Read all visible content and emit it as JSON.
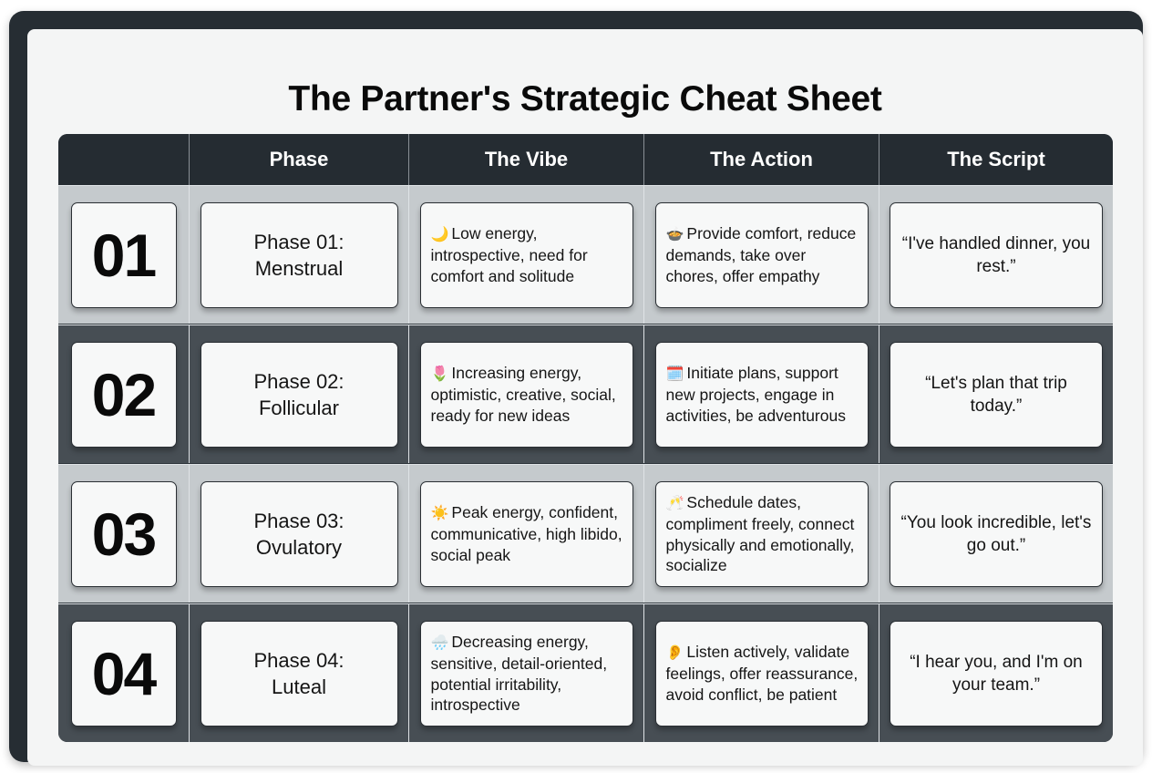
{
  "title": "The Partner's Strategic Cheat Sheet",
  "colors": {
    "frame": "#262d33",
    "header": "#252c32",
    "row_light": "#c5cacd",
    "row_dark": "#474e54",
    "card": "#f7f8f8"
  },
  "columns": [
    "",
    "Phase",
    "The Vibe",
    "The Action",
    "The Script"
  ],
  "rows": [
    {
      "number": "01",
      "phase_line1": "Phase 01:",
      "phase_line2": "Menstrual",
      "vibe_icon": "🌙",
      "vibe_icon_name": "crescent-moon-icon",
      "vibe": "Low energy, introspective, need for comfort and solitude",
      "action_icon": "🍲",
      "action_icon_name": "bowl-of-food-icon",
      "action": "Provide comfort, reduce demands, take over chores, offer empathy",
      "script": "“I've handled dinner, you rest.”"
    },
    {
      "number": "02",
      "phase_line1": "Phase 02:",
      "phase_line2": "Follicular",
      "vibe_icon": "🌷",
      "vibe_icon_name": "tulip-icon",
      "vibe": "Increasing energy, optimistic, creative, social, ready for new ideas",
      "action_icon": "🗓️",
      "action_icon_name": "calendar-icon",
      "action": "Initiate plans, support new projects, engage in activities, be adventurous",
      "script": "“Let's plan that trip today.”"
    },
    {
      "number": "03",
      "phase_line1": "Phase 03:",
      "phase_line2": "Ovulatory",
      "vibe_icon": "☀️",
      "vibe_icon_name": "sun-icon",
      "vibe": "Peak energy, confident, communicative, high libido, social peak",
      "action_icon": "🥂",
      "action_icon_name": "clinking-glasses-icon",
      "action": "Schedule dates, compliment freely, connect physically and emotionally, socialize",
      "script": "“You look incredible, let's go out.”"
    },
    {
      "number": "04",
      "phase_line1": "Phase 04:",
      "phase_line2": "Luteal",
      "vibe_icon": "🌧️",
      "vibe_icon_name": "rain-cloud-icon",
      "vibe": "Decreasing energy, sensitive, detail-oriented, potential irritability, introspective",
      "action_icon": "👂",
      "action_icon_name": "ear-icon",
      "action": "Listen actively, validate feelings, offer reassurance, avoid conflict, be patient",
      "script": "“I hear you, and I'm on your team.”"
    }
  ]
}
